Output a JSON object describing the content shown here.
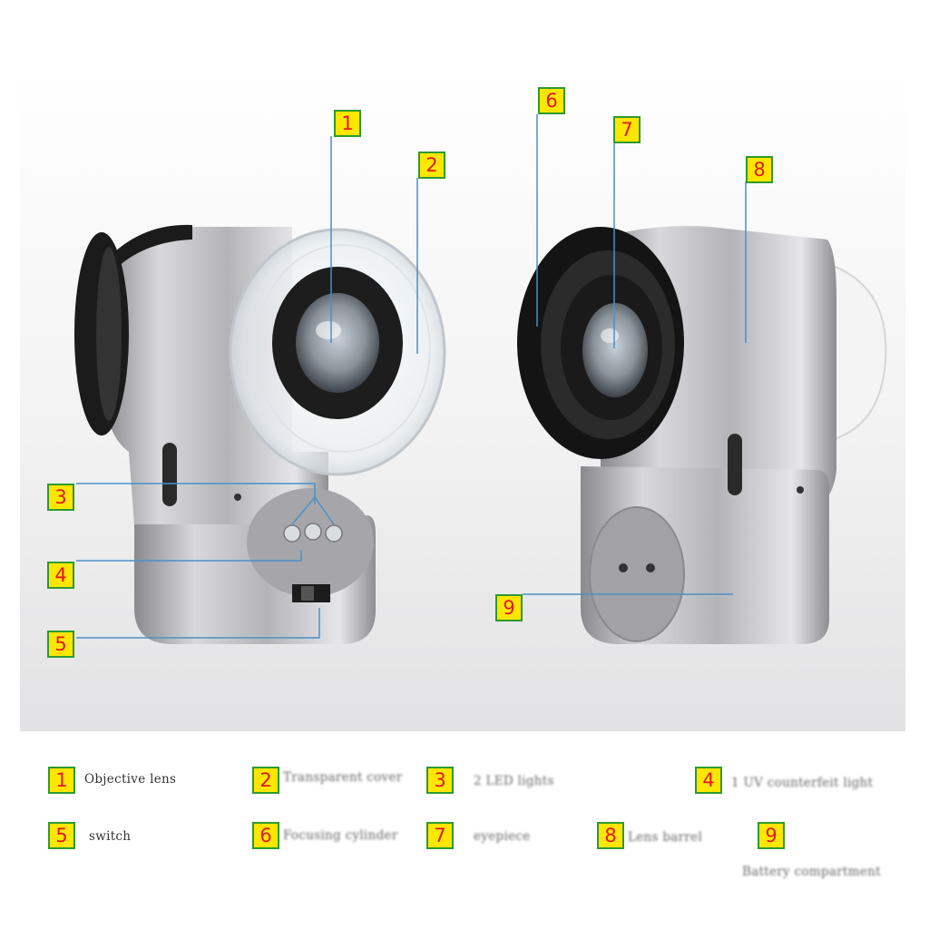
{
  "callouts": [
    {
      "num": "1"
    },
    {
      "num": "2"
    },
    {
      "num": "3"
    },
    {
      "num": "4"
    },
    {
      "num": "5"
    },
    {
      "num": "6"
    },
    {
      "num": "7"
    },
    {
      "num": "8"
    },
    {
      "num": "9"
    }
  ],
  "legend": [
    {
      "num": "1",
      "label": "Objective lens"
    },
    {
      "num": "2",
      "label": "Transparent cover"
    },
    {
      "num": "3",
      "label": "2 LED lights"
    },
    {
      "num": "4",
      "label": "1 UV counterfeit light"
    },
    {
      "num": "5",
      "label": "switch"
    },
    {
      "num": "6",
      "label": "Focusing cylinder"
    },
    {
      "num": "7",
      "label": "eyepiece"
    },
    {
      "num": "8",
      "label": "Lens barrel"
    },
    {
      "num": "9",
      "label": "Battery compartment"
    }
  ],
  "colors": {
    "box_fill": "#ffe600",
    "box_border": "#2e9a2e",
    "number_color": "#e01a1a",
    "leader_line": "#4a90c8",
    "silver_body": "#b8b8bc",
    "rubber": "#1a1a1a"
  }
}
